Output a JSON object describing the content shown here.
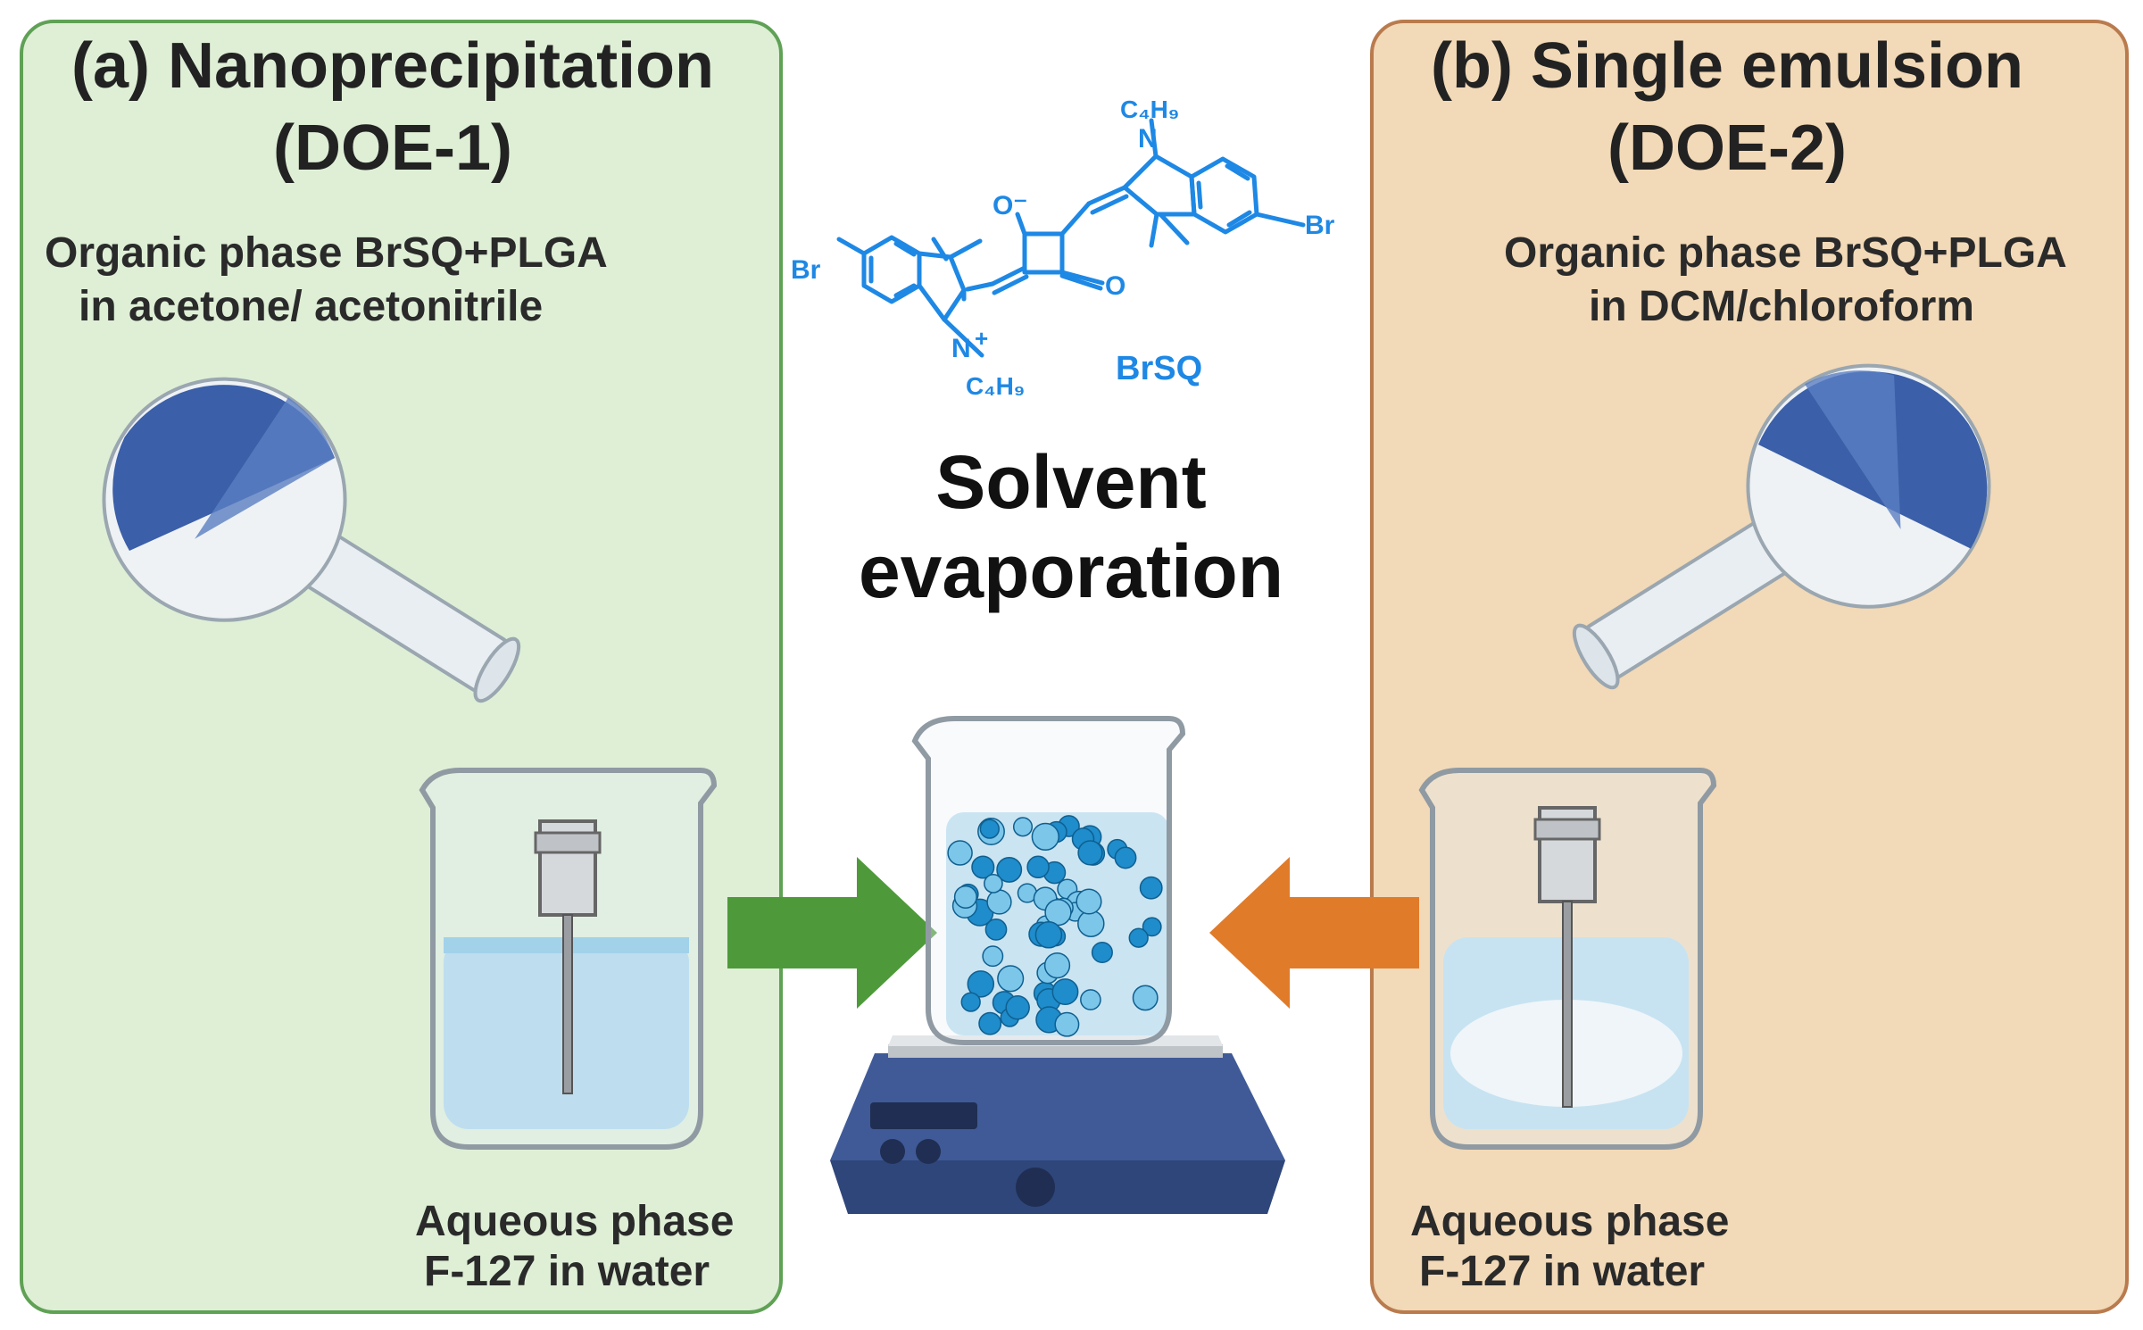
{
  "panel_a": {
    "title_line1": "(a) Nanoprecipitation",
    "title_line2": "(DOE-1)",
    "organic_line1": "Organic phase BrSQ+PLGA",
    "organic_line2": "in acetone/ acetonitrile",
    "aqueous_line1": "Aqueous phase",
    "aqueous_line2": "F-127 in water",
    "bg_color": "#deefd6",
    "border_color": "#5fa155"
  },
  "panel_b": {
    "title_line1": "(b) Single emulsion",
    "title_line2": "(DOE-2)",
    "organic_line1": "Organic phase BrSQ+PLGA",
    "organic_line2": "in DCM/chloroform",
    "aqueous_line1": "Aqueous phase",
    "aqueous_line2": "F-127 in water",
    "bg_color": "#f2d9b7",
    "border_color": "#b97b4e"
  },
  "center": {
    "title_line1": "Solvent",
    "title_line2": "evaporation"
  },
  "molecule": {
    "name": "BrSQ",
    "br_left": "Br",
    "br_right": "Br",
    "alkyl_top": "C₄H₉",
    "alkyl_bottom": "C₄H₉",
    "n_top": "N",
    "n_bottom": "N",
    "n_bottom_charge": "+",
    "o_minus": "O⁻",
    "o_ketone": "O",
    "color": "#1e88e5"
  },
  "arrows": {
    "left_color": "#4e9a3a",
    "right_color": "#e07b2a"
  }
}
